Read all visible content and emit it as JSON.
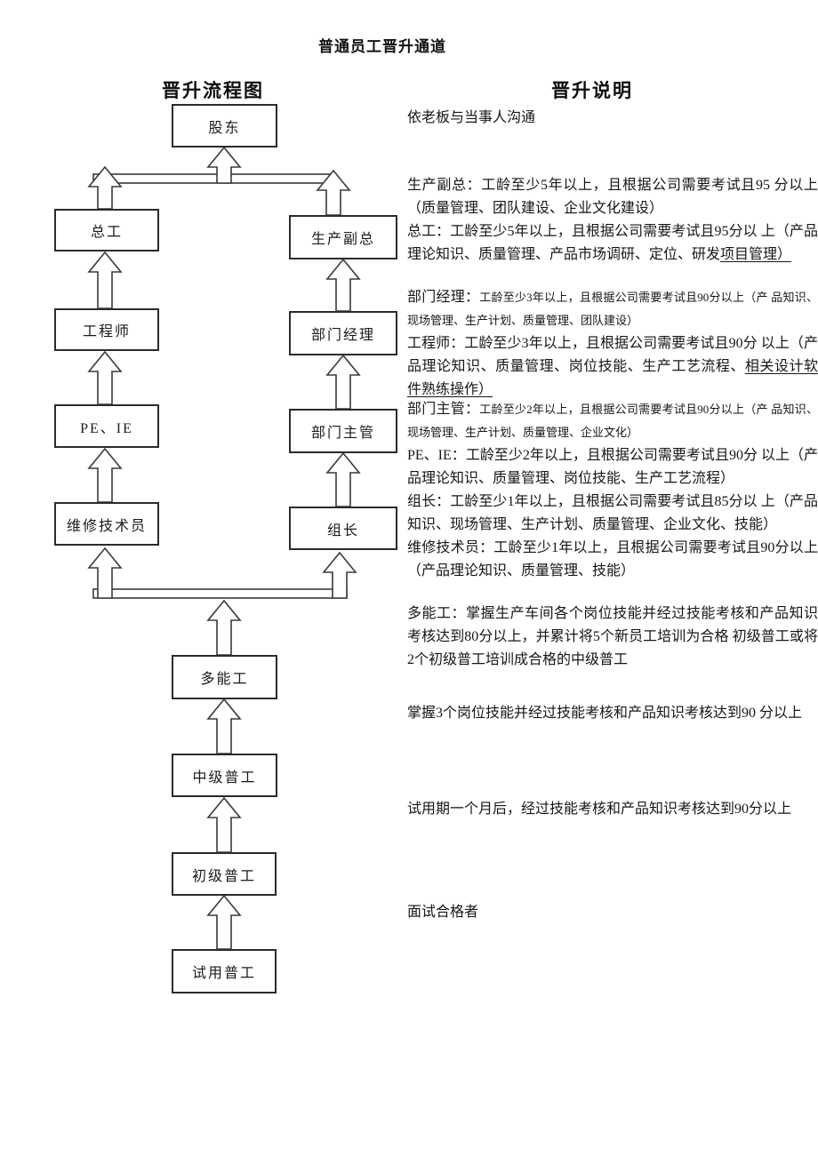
{
  "page": {
    "title": "普通员工晋升通道"
  },
  "flowchart": {
    "heading": "晋升流程图",
    "boxes": [
      {
        "label": "股东"
      },
      {
        "label": "总工"
      },
      {
        "label": "生产副总"
      },
      {
        "label": "工程师"
      },
      {
        "label": "部门经理"
      },
      {
        "label": "PE、IE"
      },
      {
        "label": "部门主管"
      },
      {
        "label": "维修技术员"
      },
      {
        "label": "组长"
      },
      {
        "label": "多能工"
      },
      {
        "label": "中级普工"
      },
      {
        "label": "初级普工"
      },
      {
        "label": "试用普工"
      }
    ]
  },
  "notes": {
    "heading": "晋升说明",
    "intro": "依老板与当事人沟通",
    "items": [
      {
        "label": "生产副总：",
        "body": "工龄至少5年以上，且根据公司需要考试且95 分以上（质量管理、团队建设、企业文化建设）"
      },
      {
        "label": "总工：",
        "body": "工龄至少5年以上，且根据公司需要考试且95分以 上（产品理论知识、质量管理、产品市场调研、定位、研发",
        "underlined": "项目管理）"
      },
      {
        "label": "部门经理：",
        "body": "工龄至少3年以上，且根据公司需要考试且90分以上（产 品知识、现场管理、生产计划、质量管理、团队建设）"
      },
      {
        "label": "工程师：",
        "body": "工龄至少3年以上，且根据公司需要考试且90分 以上（产品理论知识、质量管理、岗位技能、生产工艺流程、",
        "underlined": "相关设计软件熟练操作）"
      },
      {
        "label": "部门主管：",
        "body": "工龄至少2年以上，且根据公司需要考试且90分以上（产 品知识、现场管理、生产计划、质量管理、企业文化）"
      },
      {
        "label": "PE、IE：",
        "body": "工龄至少2年以上，且根据公司需要考试且90分 以上（产品理论知识、质量管理、岗位技能、生产工艺流程）"
      },
      {
        "label": "组长：",
        "body": "工龄至少1年以上，且根据公司需要考试且85分以 上（产品知识、现场管理、生产计划、质量管理、企业文化、技能）"
      },
      {
        "label": "维修技术员：",
        "body": "工龄至少1年以上，且根据公司需要考试且90分以上（产品理论知识、质量管理、技能）"
      },
      {
        "label": "多能工：",
        "body": "掌握生产车间各个岗位技能并经过技能考核和产品知识考核达到80分以上，并累计将5个新员工培训为合格 初级普工或将2个初级普工培训成合格的中级普工"
      },
      {
        "body": "掌握3个岗位技能并经过技能考核和产品知识考核达到90 分以上"
      },
      {
        "body": "试用期一个月后，经过技能考核和产品知识考核达到90分以上"
      },
      {
        "body": "面试合格者"
      }
    ]
  }
}
